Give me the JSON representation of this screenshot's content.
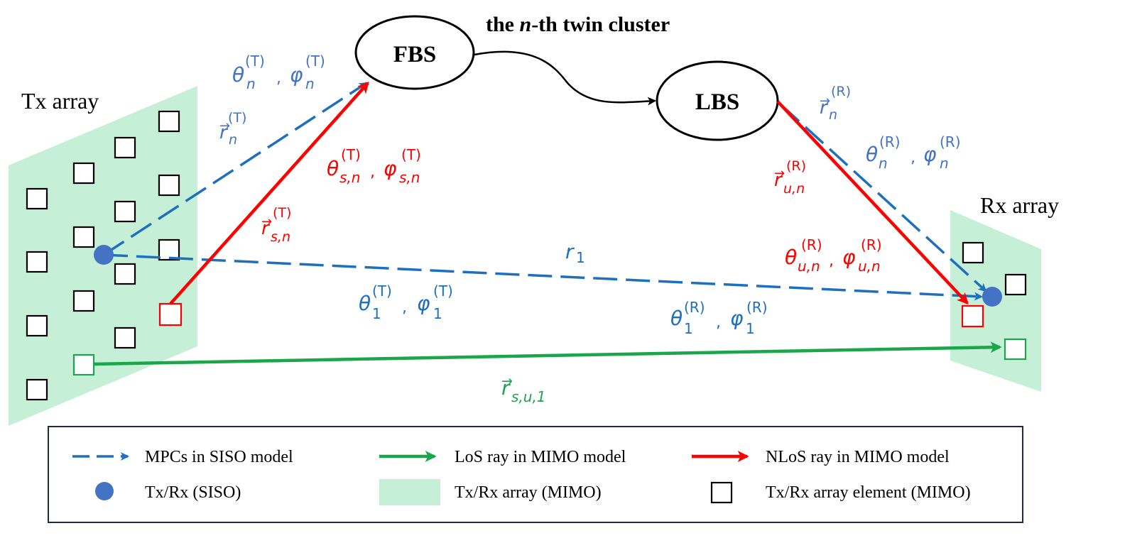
{
  "title": {
    "prefix": "the ",
    "var": "n",
    "suffix": "-th twin cluster"
  },
  "arrays": {
    "tx": "Tx array",
    "rx": "Rx array"
  },
  "clusters": {
    "fbs": "FBS",
    "lbs": "LBS"
  },
  "labels": {
    "theta": "θ",
    "phi": "φ",
    "r": "r",
    "sub_n": "n",
    "sub_sn": "s,n",
    "sub_un": "u,n",
    "sub_1": "1",
    "sub_su1": "s,u,1",
    "sup_T": "(T)",
    "sup_R": "(R)",
    "comma": ","
  },
  "legend": {
    "siso": "MPCs in SISO model",
    "los": "LoS ray in MIMO model",
    "nlos": "NLoS ray in MIMO model",
    "txrx_siso": "Tx/Rx (SISO)",
    "array_mimo": "Tx/Rx array (MIMO)",
    "element": "Tx/Rx array element (MIMO)"
  },
  "colors": {
    "blue": "#1f6fbf",
    "blue_text": "#4472c4",
    "red": "#ff0000",
    "green": "#1aa64a",
    "array_fill": "#c6efd7",
    "dot": "#4472c4"
  }
}
